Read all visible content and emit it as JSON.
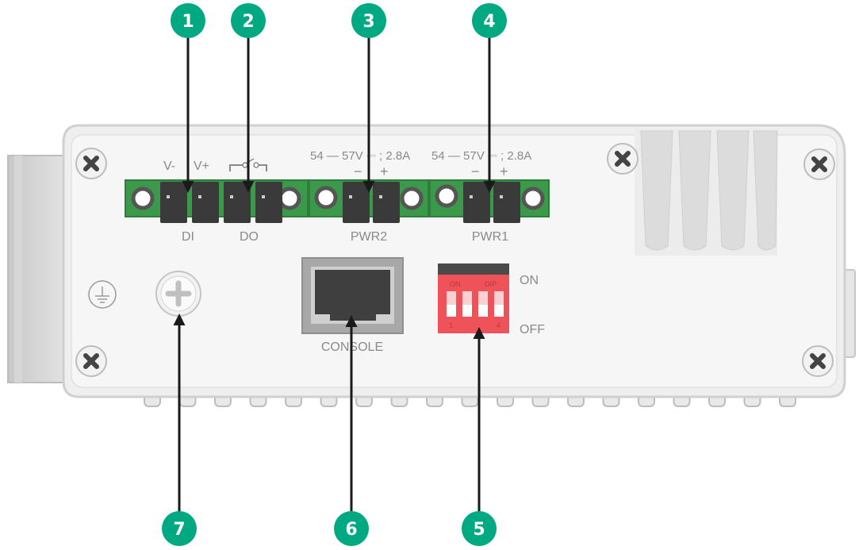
{
  "callouts": [
    {
      "number": "1"
    },
    {
      "number": "2"
    },
    {
      "number": "3"
    },
    {
      "number": "4"
    },
    {
      "number": "5"
    },
    {
      "number": "6"
    },
    {
      "number": "7"
    }
  ],
  "terminal_labels": {
    "v_minus": "V-",
    "v_plus": "V+",
    "di": "DI",
    "do": "DO",
    "pwr2": "PWR2",
    "pwr1": "PWR1",
    "pwr2_rating": "54 — 57V ⎓ ; 2.8A",
    "pwr1_rating": "54 — 57V ⎓ ; 2.8A",
    "pwr2_minus": "−",
    "pwr2_plus": "+",
    "pwr1_minus": "−",
    "pwr1_plus": "+"
  },
  "console_label": "CONSOLE",
  "dip": {
    "on_label": "ON",
    "off_label": "OFF",
    "top_left": "ON",
    "top_right": "DIP",
    "bottom_left": "1",
    "bottom_right": "4"
  },
  "colors": {
    "callout": "#01a982",
    "terminal_green": "#3a9a4a",
    "dip_red": "#f0525a",
    "panel": "#f4f4f4",
    "panel_edge": "#cfcfcf"
  },
  "icons": {
    "ground": "ground-icon",
    "screw": "screw-icon",
    "ground_screw": "ground-screw-icon"
  }
}
